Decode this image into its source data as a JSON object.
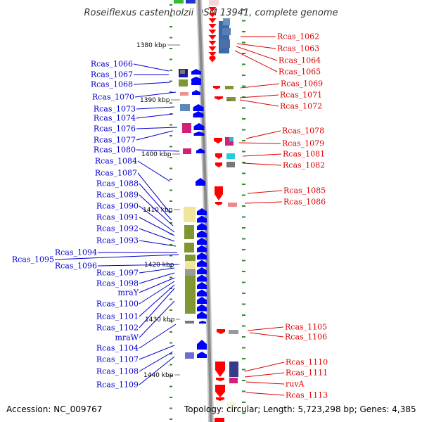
{
  "title": "Roseiflexus castenholzii DSM 13941, complete genome",
  "accession": "Accession: NC_009767",
  "topology": "Topology: circular; Length: 5,723,298 bp; Genes: 4,385",
  "colors": {
    "left_label": "#0000cc",
    "right_label": "#dd0000",
    "reverse_strand": "#ff0000",
    "forward_strand": "#0000ff",
    "backbone": "#8a8a8a",
    "kbp_tick": "#2e8b2e"
  },
  "kbp_marks": [
    "1380 kbp",
    "1390 kbp",
    "1400 kbp",
    "1410 kbp",
    "1420 kbp",
    "1430 kbp",
    "1440 kbp"
  ],
  "left_genes": [
    "Rcas_1066",
    "Rcas_1067",
    "Rcas_1068",
    "Rcas_1070",
    "Rcas_1073",
    "Rcas_1074",
    "Rcas_1076",
    "Rcas_1077",
    "Rcas_1080",
    "Rcas_1084",
    "Rcas_1087",
    "Rcas_1088",
    "Rcas_1089",
    "Rcas_1090",
    "Rcas_1091",
    "Rcas_1092",
    "Rcas_1093",
    "Rcas_1094",
    "Rcas_1095",
    "Rcas_1096",
    "Rcas_1097",
    "Rcas_1098",
    "mraY",
    "Rcas_1100",
    "Rcas_1101",
    "Rcas_1102",
    "mraW",
    "Rcas_1104",
    "Rcas_1107",
    "Rcas_1108",
    "Rcas_1109"
  ],
  "right_genes": [
    "Rcas_1062",
    "Rcas_1063",
    "Rcas_1064",
    "Rcas_1065",
    "Rcas_1069",
    "Rcas_1071",
    "Rcas_1072",
    "Rcas_1078",
    "Rcas_1079",
    "Rcas_1081",
    "Rcas_1082",
    "Rcas_1085",
    "Rcas_1086",
    "Rcas_1105",
    "Rcas_1106",
    "Rcas_1110",
    "Rcas_1111",
    "ruvA",
    "Rcas_1113"
  ]
}
